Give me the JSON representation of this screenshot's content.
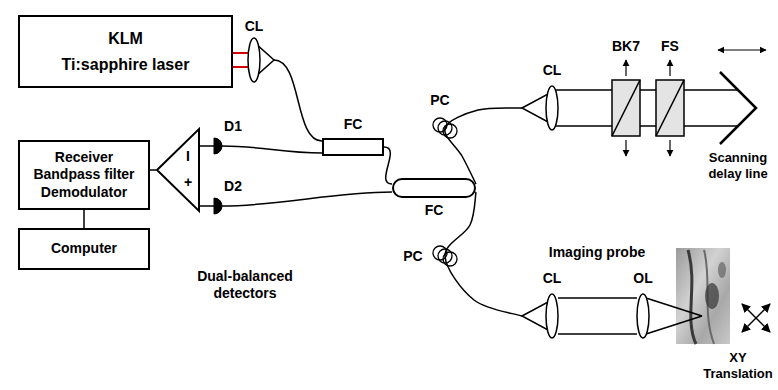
{
  "diagram": {
    "nodes": [
      {
        "text": [
          "KLM",
          "Ti:sapphire laser"
        ]
      },
      {
        "text": [
          "CL"
        ]
      },
      {
        "text": [
          "FC"
        ]
      },
      {
        "text": [
          "Receiver Bandpass filter Demodulator"
        ]
      },
      {
        "text": [
          "I",
          "+"
        ]
      },
      {
        "text": [
          "D1"
        ]
      },
      {
        "text": [
          "D2"
        ]
      },
      {
        "text": [
          "Computer"
        ]
      },
      {
        "text": [
          "FC"
        ]
      },
      {
        "text": [
          "CL"
        ]
      },
      {
        "text": [
          "CL"
        ]
      },
      {
        "text": [
          "OL"
        ]
      }
    ],
    "edges": [
      {
        "from": 0,
        "to": 1,
        "arrow": "none"
      },
      {
        "from": 1,
        "to": 2,
        "arrow": "none"
      },
      {
        "from": 2,
        "to": 5,
        "arrow": "none"
      },
      {
        "from": 2,
        "to": 8,
        "arrow": "none"
      },
      {
        "from": 8,
        "to": 6,
        "arrow": "none"
      },
      {
        "from": 8,
        "to": 9,
        "arrow": "none"
      },
      {
        "from": 8,
        "to": 10,
        "arrow": "none"
      },
      {
        "from": 5,
        "to": 4,
        "arrow": "none"
      },
      {
        "from": 6,
        "to": 4,
        "arrow": "none"
      },
      {
        "from": 4,
        "to": 3,
        "arrow": "none"
      },
      {
        "from": 3,
        "to": 7,
        "arrow": "none"
      },
      {
        "from": 10,
        "to": 11,
        "arrow": "none"
      }
    ],
    "labels": [
      "PC",
      "PC",
      "BK7",
      "FS",
      "Scanning delay line",
      "Dual-balanced detectors",
      "Imaging probe",
      "XY Translation"
    ]
  }
}
